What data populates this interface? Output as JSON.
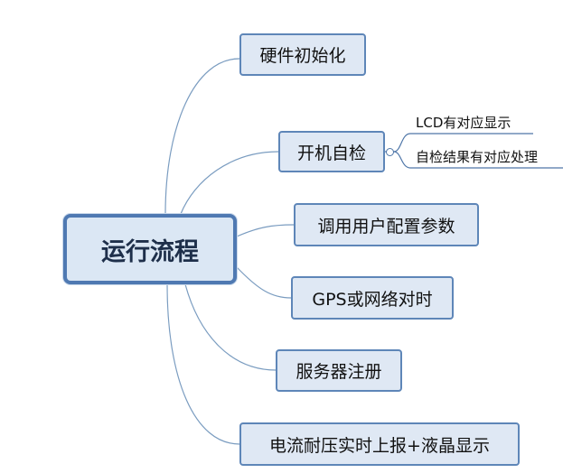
{
  "central_topic": "运行流程",
  "branches": [
    {
      "label": "硬件初始化"
    },
    {
      "label": "开机自检",
      "children": [
        "LCD有对应显示",
        "自检结果有对应处理"
      ]
    },
    {
      "label": "调用用户配置参数"
    },
    {
      "label": "GPS或网络对时"
    },
    {
      "label": "服务器注册"
    },
    {
      "label": "电流耐压实时上报+液晶显示"
    }
  ],
  "colors": {
    "node_fill": "#dfe8f4",
    "node_border": "#5e86b8",
    "connector": "#7a9cc0"
  }
}
